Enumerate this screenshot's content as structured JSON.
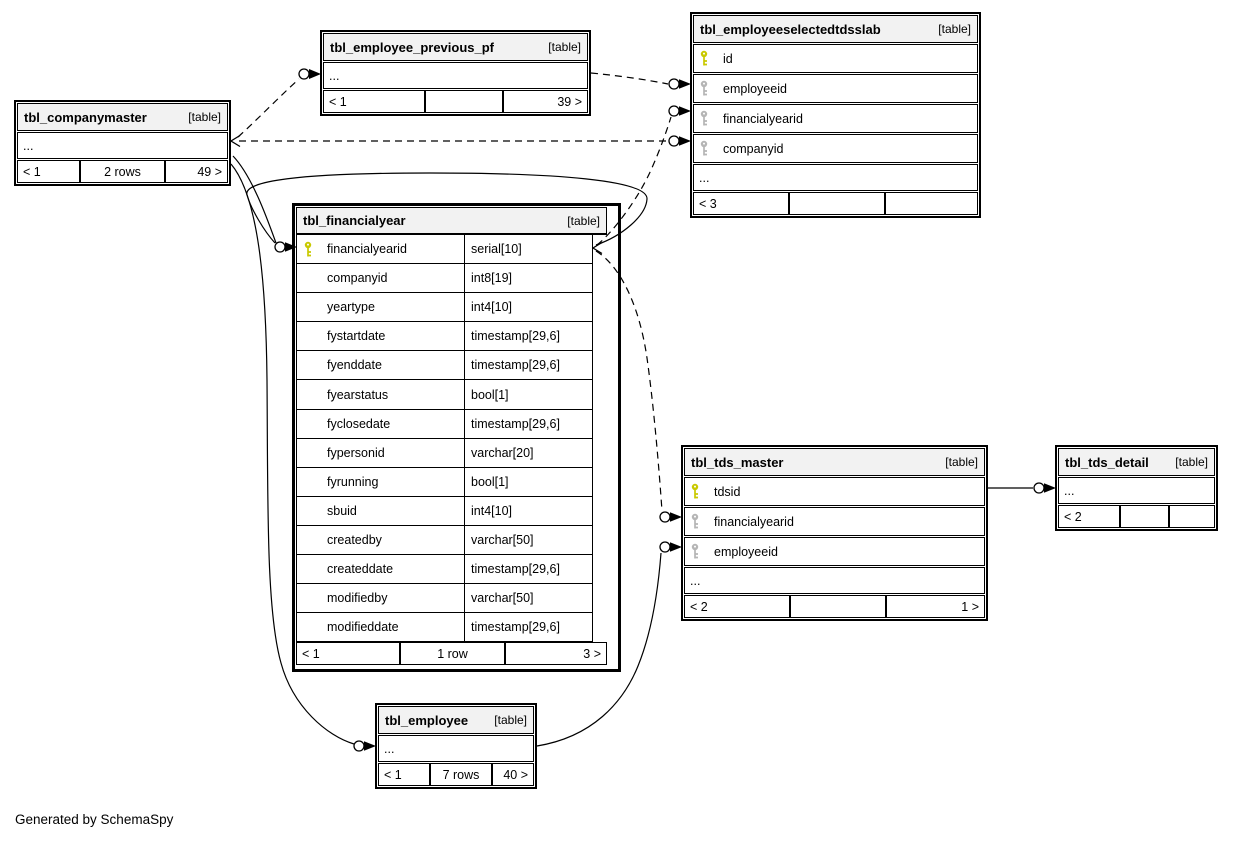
{
  "note": "Generated by SchemaSpy",
  "colors": {
    "background": "#ffffff",
    "border": "#000000",
    "header_bg": "#f2f2f2",
    "pk_key": "#c9c900",
    "fk_key": "#b5b5b5"
  },
  "tables": {
    "companymaster": {
      "title": "tbl_companymaster",
      "tag": "[table]",
      "rows": [
        {
          "name": "...",
          "key": "none"
        }
      ],
      "footer": [
        "< 1",
        "2 rows",
        "49 >"
      ]
    },
    "employee_previous_pf": {
      "title": "tbl_employee_previous_pf",
      "tag": "[table]",
      "rows": [
        {
          "name": "...",
          "key": "none"
        }
      ],
      "footer": [
        "< 1",
        "",
        "39 >"
      ]
    },
    "employeeselectedtdsslab": {
      "title": "tbl_employeeselectedtdsslab",
      "tag": "[table]",
      "rows": [
        {
          "name": "id",
          "key": "pk"
        },
        {
          "name": "employeeid",
          "key": "fk"
        },
        {
          "name": "financialyearid",
          "key": "fk"
        },
        {
          "name": "companyid",
          "key": "fk"
        },
        {
          "name": "...",
          "key": "none"
        }
      ],
      "footer": [
        "< 3",
        "",
        ""
      ]
    },
    "financialyear": {
      "title": "tbl_financialyear",
      "tag": "[table]",
      "rows": [
        {
          "name": "financialyearid",
          "type": "serial[10]",
          "key": "pk"
        },
        {
          "name": "companyid",
          "type": "int8[19]",
          "key": "blank"
        },
        {
          "name": "yeartype",
          "type": "int4[10]",
          "key": "blank"
        },
        {
          "name": "fystartdate",
          "type": "timestamp[29,6]",
          "key": "blank"
        },
        {
          "name": "fyenddate",
          "type": "timestamp[29,6]",
          "key": "blank"
        },
        {
          "name": "fyearstatus",
          "type": "bool[1]",
          "key": "blank"
        },
        {
          "name": "fyclosedate",
          "type": "timestamp[29,6]",
          "key": "blank"
        },
        {
          "name": "fypersonid",
          "type": "varchar[20]",
          "key": "blank"
        },
        {
          "name": "fyrunning",
          "type": "bool[1]",
          "key": "blank"
        },
        {
          "name": "sbuid",
          "type": "int4[10]",
          "key": "blank"
        },
        {
          "name": "createdby",
          "type": "varchar[50]",
          "key": "blank"
        },
        {
          "name": "createddate",
          "type": "timestamp[29,6]",
          "key": "blank"
        },
        {
          "name": "modifiedby",
          "type": "varchar[50]",
          "key": "blank"
        },
        {
          "name": "modifieddate",
          "type": "timestamp[29,6]",
          "key": "blank"
        }
      ],
      "footer": [
        "< 1",
        "1 row",
        "3 >"
      ]
    },
    "tds_master": {
      "title": "tbl_tds_master",
      "tag": "[table]",
      "rows": [
        {
          "name": "tdsid",
          "key": "pk"
        },
        {
          "name": "financialyearid",
          "key": "fk"
        },
        {
          "name": "employeeid",
          "key": "fk"
        },
        {
          "name": "...",
          "key": "none"
        }
      ],
      "footer": [
        "< 2",
        "",
        "1 >"
      ]
    },
    "tds_detail": {
      "title": "tbl_tds_detail",
      "tag": "[table]",
      "rows": [
        {
          "name": "...",
          "key": "none"
        }
      ],
      "footer": [
        "< 2",
        "",
        ""
      ]
    },
    "employee": {
      "title": "tbl_employee",
      "tag": "[table]",
      "rows": [
        {
          "name": "...",
          "key": "none"
        }
      ],
      "footer": [
        "< 1",
        "7 rows",
        "40 >"
      ]
    }
  }
}
